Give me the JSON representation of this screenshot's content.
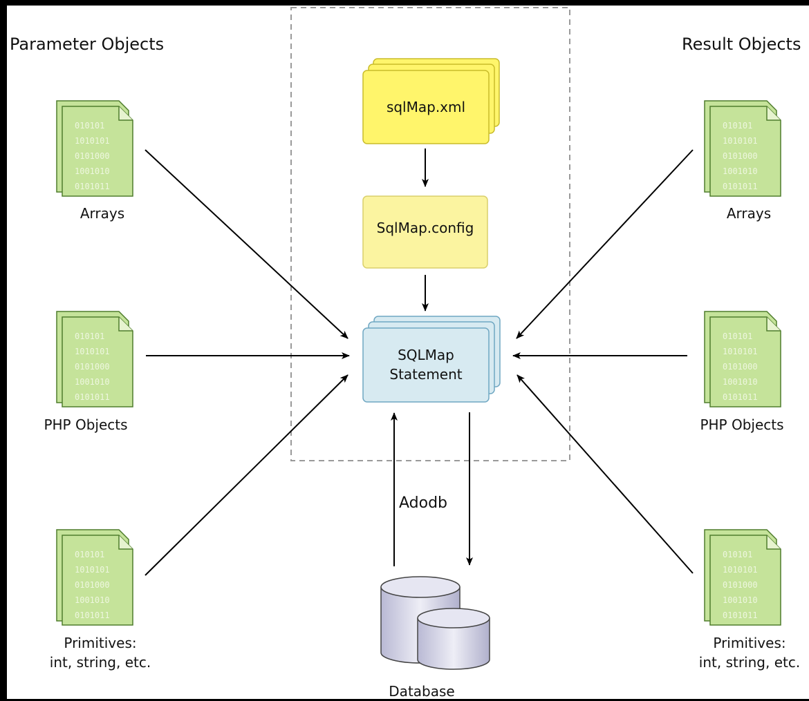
{
  "headings": {
    "parameter": "Parameter Objects",
    "result": "Result Objects"
  },
  "parameter_objects": [
    "Arrays",
    "PHP Objects",
    "Primitives:\nint, string, etc."
  ],
  "result_objects": [
    "Arrays",
    "PHP Objects",
    "Primitives:\nint, string, etc."
  ],
  "file_icon_text": [
    "010101",
    "1010101",
    "0101000",
    "1001010",
    "0101011"
  ],
  "center": {
    "sqlmap_xml": "sqlMap.xml",
    "sqlmap_config": "SqlMap.config",
    "statement": "SQLMap\nStatement"
  },
  "adodb": "Adodb",
  "database": "Database",
  "colors": {
    "file_fill": "#c5e39a",
    "file_stroke": "#4f7d2c",
    "xml_fill": "#fff56b",
    "config_fill": "#fbf4a0",
    "statement_fill": "#d7eaf1",
    "db_fill": "#dcdcec"
  },
  "icons": [
    "binary-file-icon",
    "database-cylinder-icon"
  ]
}
